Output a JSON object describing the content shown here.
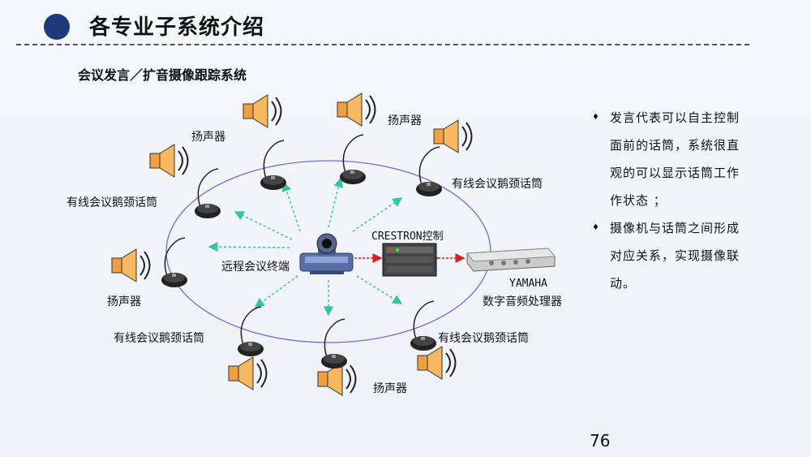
{
  "title": "各专业子系统介绍",
  "subtitle": "会议发言／扩音摄像跟踪系统",
  "labels": {
    "speaker": "扬声器",
    "gooseneck_mic": "有线会议鹅颈话筒",
    "terminal": "远程会议终端",
    "crestron": "CRESTRON控制",
    "yamaha": "YAMAHA",
    "dsp": "数字音频处理器"
  },
  "bullets": [
    "发言代表可以自主控制面前的话筒，系统很直观的可以显示话筒工作作状态 ；",
    "摄像机与话筒之间形成对应关系，实现摄像联动。"
  ],
  "page_number": "76",
  "colors": {
    "title_dot": "#1e3a78",
    "ring": "#6a6fd0",
    "camera_arrows": "#33c5a0",
    "link_arrows": "#d42020"
  },
  "icons": [
    "speaker-icon",
    "microphone-icon",
    "camera-terminal-icon",
    "control-unit-icon",
    "audio-processor-icon"
  ]
}
